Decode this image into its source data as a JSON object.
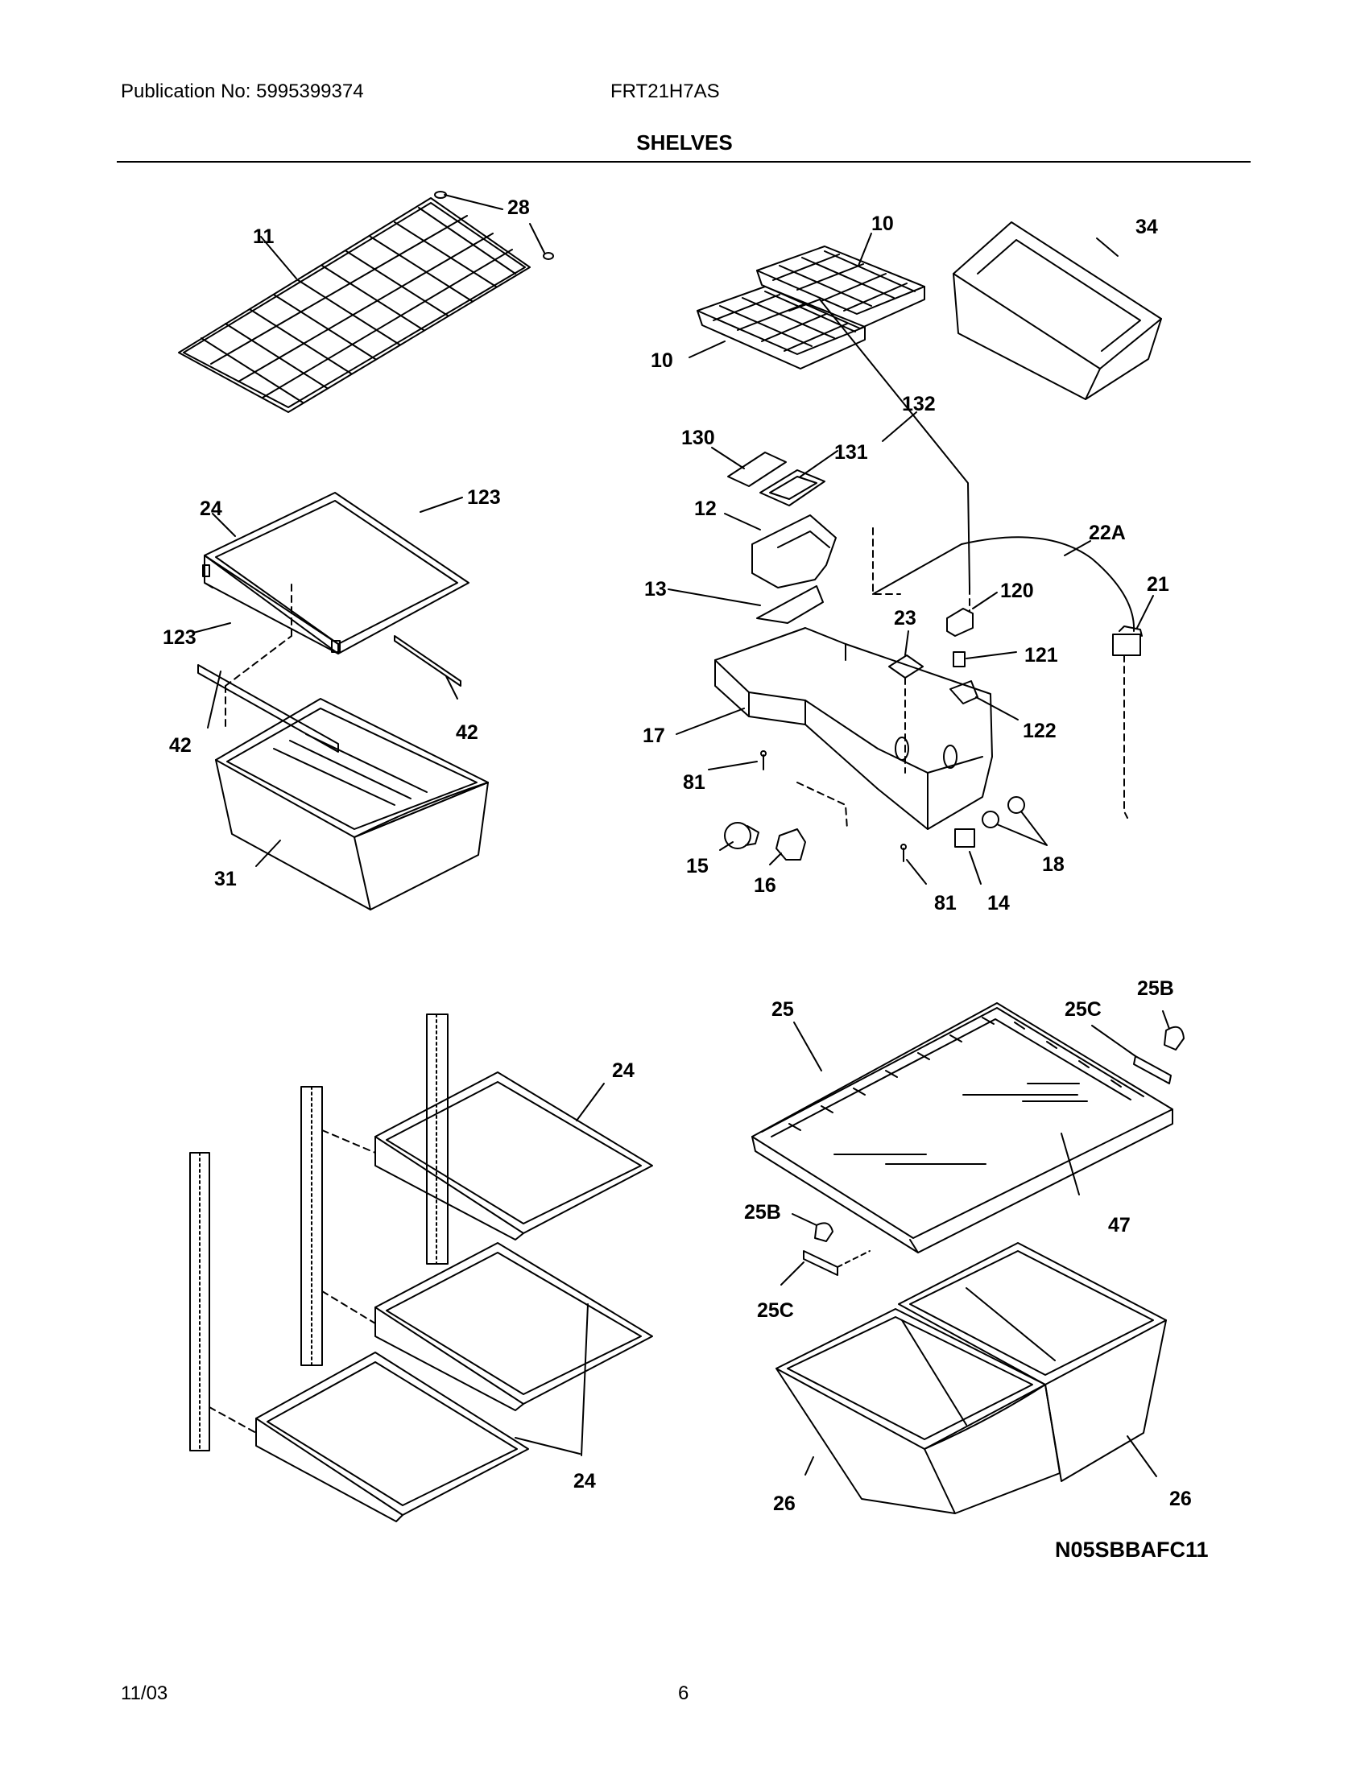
{
  "header": {
    "publication": "Publication No: 5995399374",
    "model": "FRT21H7AS",
    "section_title": "SHELVES"
  },
  "diagram_code": "N05SBBAFC11",
  "footer": {
    "date": "11/03",
    "page_number": "6"
  },
  "callouts": {
    "wire_shelf": "11",
    "end_caps": "28",
    "ice_tray_upper": "10",
    "ice_tray_lower": "10",
    "door_bin": "34",
    "harness_132": "132",
    "part_130": "130",
    "part_131": "131",
    "ice_bucket": "12",
    "deflector": "13",
    "harness_22a": "22A",
    "part_21": "21",
    "part_120": "120",
    "part_23": "23",
    "part_121": "121",
    "part_122": "122",
    "control_housing": "17",
    "screw_81_upper": "81",
    "bulb": "15",
    "socket": "16",
    "knobs": "18",
    "screw_81_lower": "81",
    "switch_14": "14",
    "glass_shelf_top": "24",
    "screw_123_upper": "123",
    "screw_123_lower": "123",
    "rail_left": "42",
    "rail_right": "42",
    "meat_drawer": "31",
    "shelf_stack_top": "24",
    "shelf_stack_bottom": "24",
    "crisper_cover": "25",
    "bracket_25c_right": "25C",
    "clip_25b_right": "25B",
    "clip_25b_left": "25B",
    "bracket_25c_left": "25C",
    "crisper_glass": "47",
    "crisper_left": "26",
    "crisper_right": "26"
  }
}
